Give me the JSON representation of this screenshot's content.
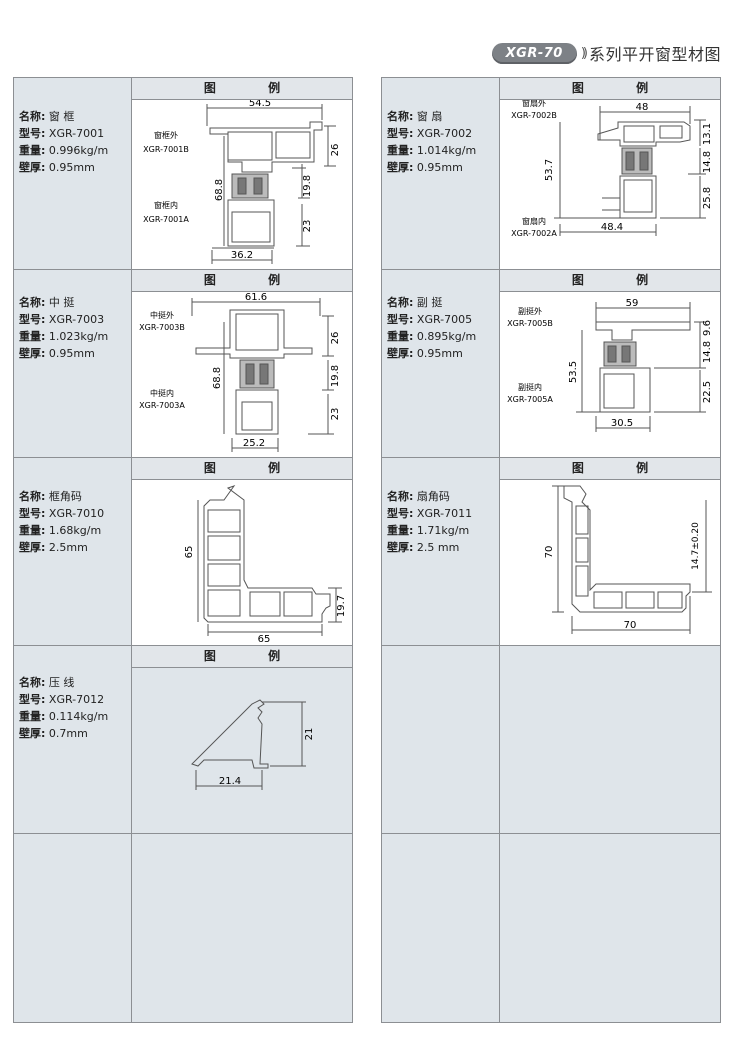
{
  "header": {
    "badge": "XGR-70",
    "arrows": "))",
    "title": "系列平开窗型材图"
  },
  "fig_label": "图 例",
  "labels": {
    "name": "名称:",
    "model": "型号:",
    "weight": "重量:",
    "wall": "壁厚:"
  },
  "left": [
    {
      "name": "窗 框",
      "model": "XGR-7001",
      "weight": "0.996kg/m",
      "wall": "0.95mm",
      "parts": [
        "窗框外",
        "XGR-7001B",
        "窗框内",
        "XGR-7001A"
      ],
      "dims": [
        "54.5",
        "26",
        "68.8",
        "19.8",
        "23",
        "36.2"
      ]
    },
    {
      "name": "中 挺",
      "model": "XGR-7003",
      "weight": "1.023kg/m",
      "wall": "0.95mm",
      "parts": [
        "中挺外",
        "XGR-7003B",
        "中挺内",
        "XGR-7003A"
      ],
      "dims": [
        "61.6",
        "26",
        "68.8",
        "19.8",
        "23",
        "25.2"
      ]
    },
    {
      "name": "框角码",
      "model": "XGR-7010",
      "weight": "1.68kg/m",
      "wall": "2.5mm",
      "dims": [
        "65",
        "19.7",
        "65"
      ]
    },
    {
      "name": "压 线",
      "model": "XGR-7012",
      "weight": "0.114kg/m",
      "wall": "0.7mm",
      "dims": [
        "21",
        "21.4"
      ]
    }
  ],
  "right": [
    {
      "name": "窗 扇",
      "model": "XGR-7002",
      "weight": "1.014kg/m",
      "wall": "0.95mm",
      "parts": [
        "窗扇外",
        "XGR-7002B",
        "窗扇内",
        "XGR-7002A"
      ],
      "dims": [
        "48",
        "13.1",
        "53.7",
        "14.8",
        "25.8",
        "48.4"
      ]
    },
    {
      "name": "副 挺",
      "model": "XGR-7005",
      "weight": "0.895kg/m",
      "wall": "0.95mm",
      "parts": [
        "副挺外",
        "XGR-7005B",
        "副挺内",
        "XGR-7005A"
      ],
      "dims": [
        "59",
        "9.6",
        "53.5",
        "14.8",
        "22.5",
        "30.5"
      ]
    },
    {
      "name": "扇角码",
      "model": "XGR-7011",
      "weight": "1.71kg/m",
      "wall": "2.5 mm",
      "dims": [
        "70",
        "14.7±0.20",
        "70"
      ]
    }
  ]
}
